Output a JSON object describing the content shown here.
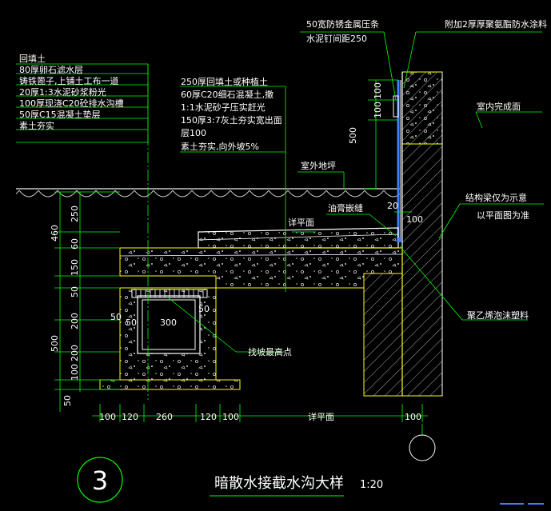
{
  "left_notes": [
    "回填土",
    "80厚卵石滤水层",
    "铸铁篦子,上铺土工布一道",
    "20厚1:3水泥砂浆粉光",
    "100厚现浇C20砼排水沟槽",
    "50厚C15混凝土垫层",
    "素土夯实"
  ],
  "mid_notes": [
    "250厚回填土或种植土",
    "60厚C20细石混凝土,撒",
    "1:1水泥砂子压实赶光",
    "150厚3:7灰土夯实宽出面",
    "层100",
    "素土夯实,向外坡5%"
  ],
  "top_notes": {
    "strip_line1": "50宽防锈金属压条",
    "strip_line2": "水泥钉间距250",
    "coating": "附加2厚厚聚氨酯防水涂料",
    "indoor_finish": "室内完成面",
    "outdoor_ground": "室外地坪",
    "asphalt_joint": "油膏嵌缝",
    "beam_note_1": "结构梁仅为示意",
    "beam_note_2": "以平面图为准",
    "foam": "聚乙烯泡沫塑料",
    "see_plan": "详平面",
    "find_slope": "找坡最高点"
  },
  "left_dims": [
    "460",
    "250",
    "60",
    "150",
    "50",
    "500",
    "200",
    "200",
    "100",
    "50"
  ],
  "trench_dims": {
    "left_wall": "50",
    "right_wall": "50",
    "width": "300",
    "left_in": "50"
  },
  "top_dims": {
    "d100a": "100",
    "d100b": "100",
    "d500": "500",
    "d20": "20",
    "d100c": "100"
  },
  "bottom_dims": [
    "100",
    "120",
    "260",
    "120",
    "100",
    "详平面",
    "100"
  ],
  "title": {
    "number": "3",
    "text": "暗散水接截水沟大样",
    "scale": "1:20"
  },
  "colors": {
    "background": "#000000",
    "white": "#ffffff",
    "green": "#00ff00",
    "yellow": "#ffff00",
    "blue": "#3f7fff",
    "hatch": "#b0b0b0"
  }
}
